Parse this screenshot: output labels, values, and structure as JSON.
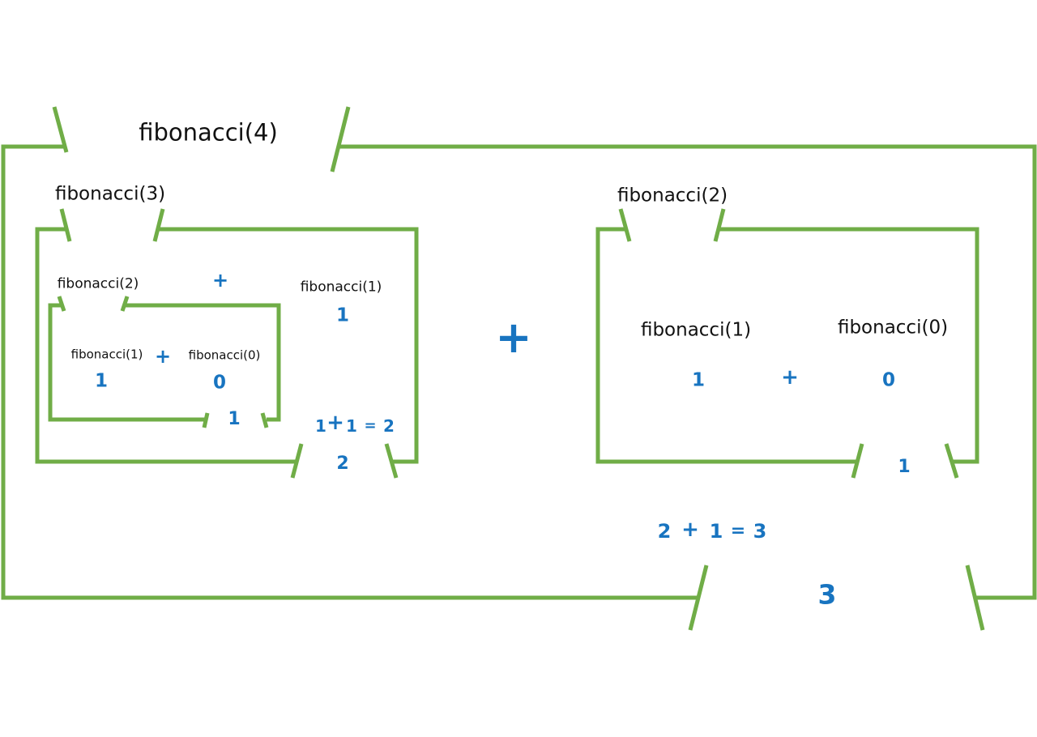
{
  "colors": {
    "frame": "#70ad47",
    "value": "#1874c0",
    "call": "#111111",
    "background": "#ffffff"
  },
  "outer": {
    "call": "fibonacci(4)",
    "result": "3",
    "sum": [
      "2",
      "+",
      "1",
      "=",
      "3"
    ],
    "plus": "+"
  },
  "left": {
    "call": "fibonacci(3)",
    "result": "2",
    "sum": [
      "1",
      "+",
      "1",
      "=",
      "2"
    ],
    "plus": "+",
    "right_call": "fibonacci(1)",
    "right_value": "1",
    "inner": {
      "call": "fibonacci(2)",
      "result": "1",
      "plus": "+",
      "left_call": "fibonacci(1)",
      "left_value": "1",
      "right_call": "fibonacci(0)",
      "right_value": "0"
    }
  },
  "right": {
    "call": "fibonacci(2)",
    "result": "1",
    "plus": "+",
    "left_call": "fibonacci(1)",
    "left_value": "1",
    "right_call": "fibonacci(0)",
    "right_value": "0"
  }
}
